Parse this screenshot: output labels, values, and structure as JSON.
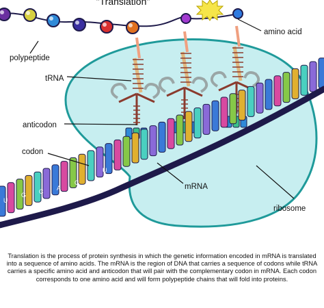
{
  "title": "\"Translation\"",
  "labels": {
    "polypeptide": "polypeptide",
    "trna": "tRNA",
    "amino_acid": "amino acid",
    "anticodon": "anticodon",
    "codon": "codon",
    "mrna": "mRNA",
    "ribosome": "ribosome"
  },
  "bases": {
    "b1": "U",
    "b2": "G",
    "b3": "C",
    "b4": "A",
    "b5": "G",
    "b6": "U"
  },
  "caption": "Translation is the process of protein synthesis in which the genetic information encoded in mRNA is translated into a sequence of amino acids. The mRNA is the region of DNA that carries a sequence of codons while tRNA carries a specific amino acid and anticodon that will pair with the complementary codon in mRNA. Each codon corresponds to one amino acid and will form polypeptide chains that will  fold into proteins.",
  "colors": {
    "ribosome_fill": "#c7eef0",
    "ribosome_stroke": "#1f9a9a",
    "mrna_backbone": "#1e1a4a",
    "trna": "#8a3b2e",
    "star": "#f6e54a"
  },
  "icons": {
    "energy": "starburst-icon"
  }
}
